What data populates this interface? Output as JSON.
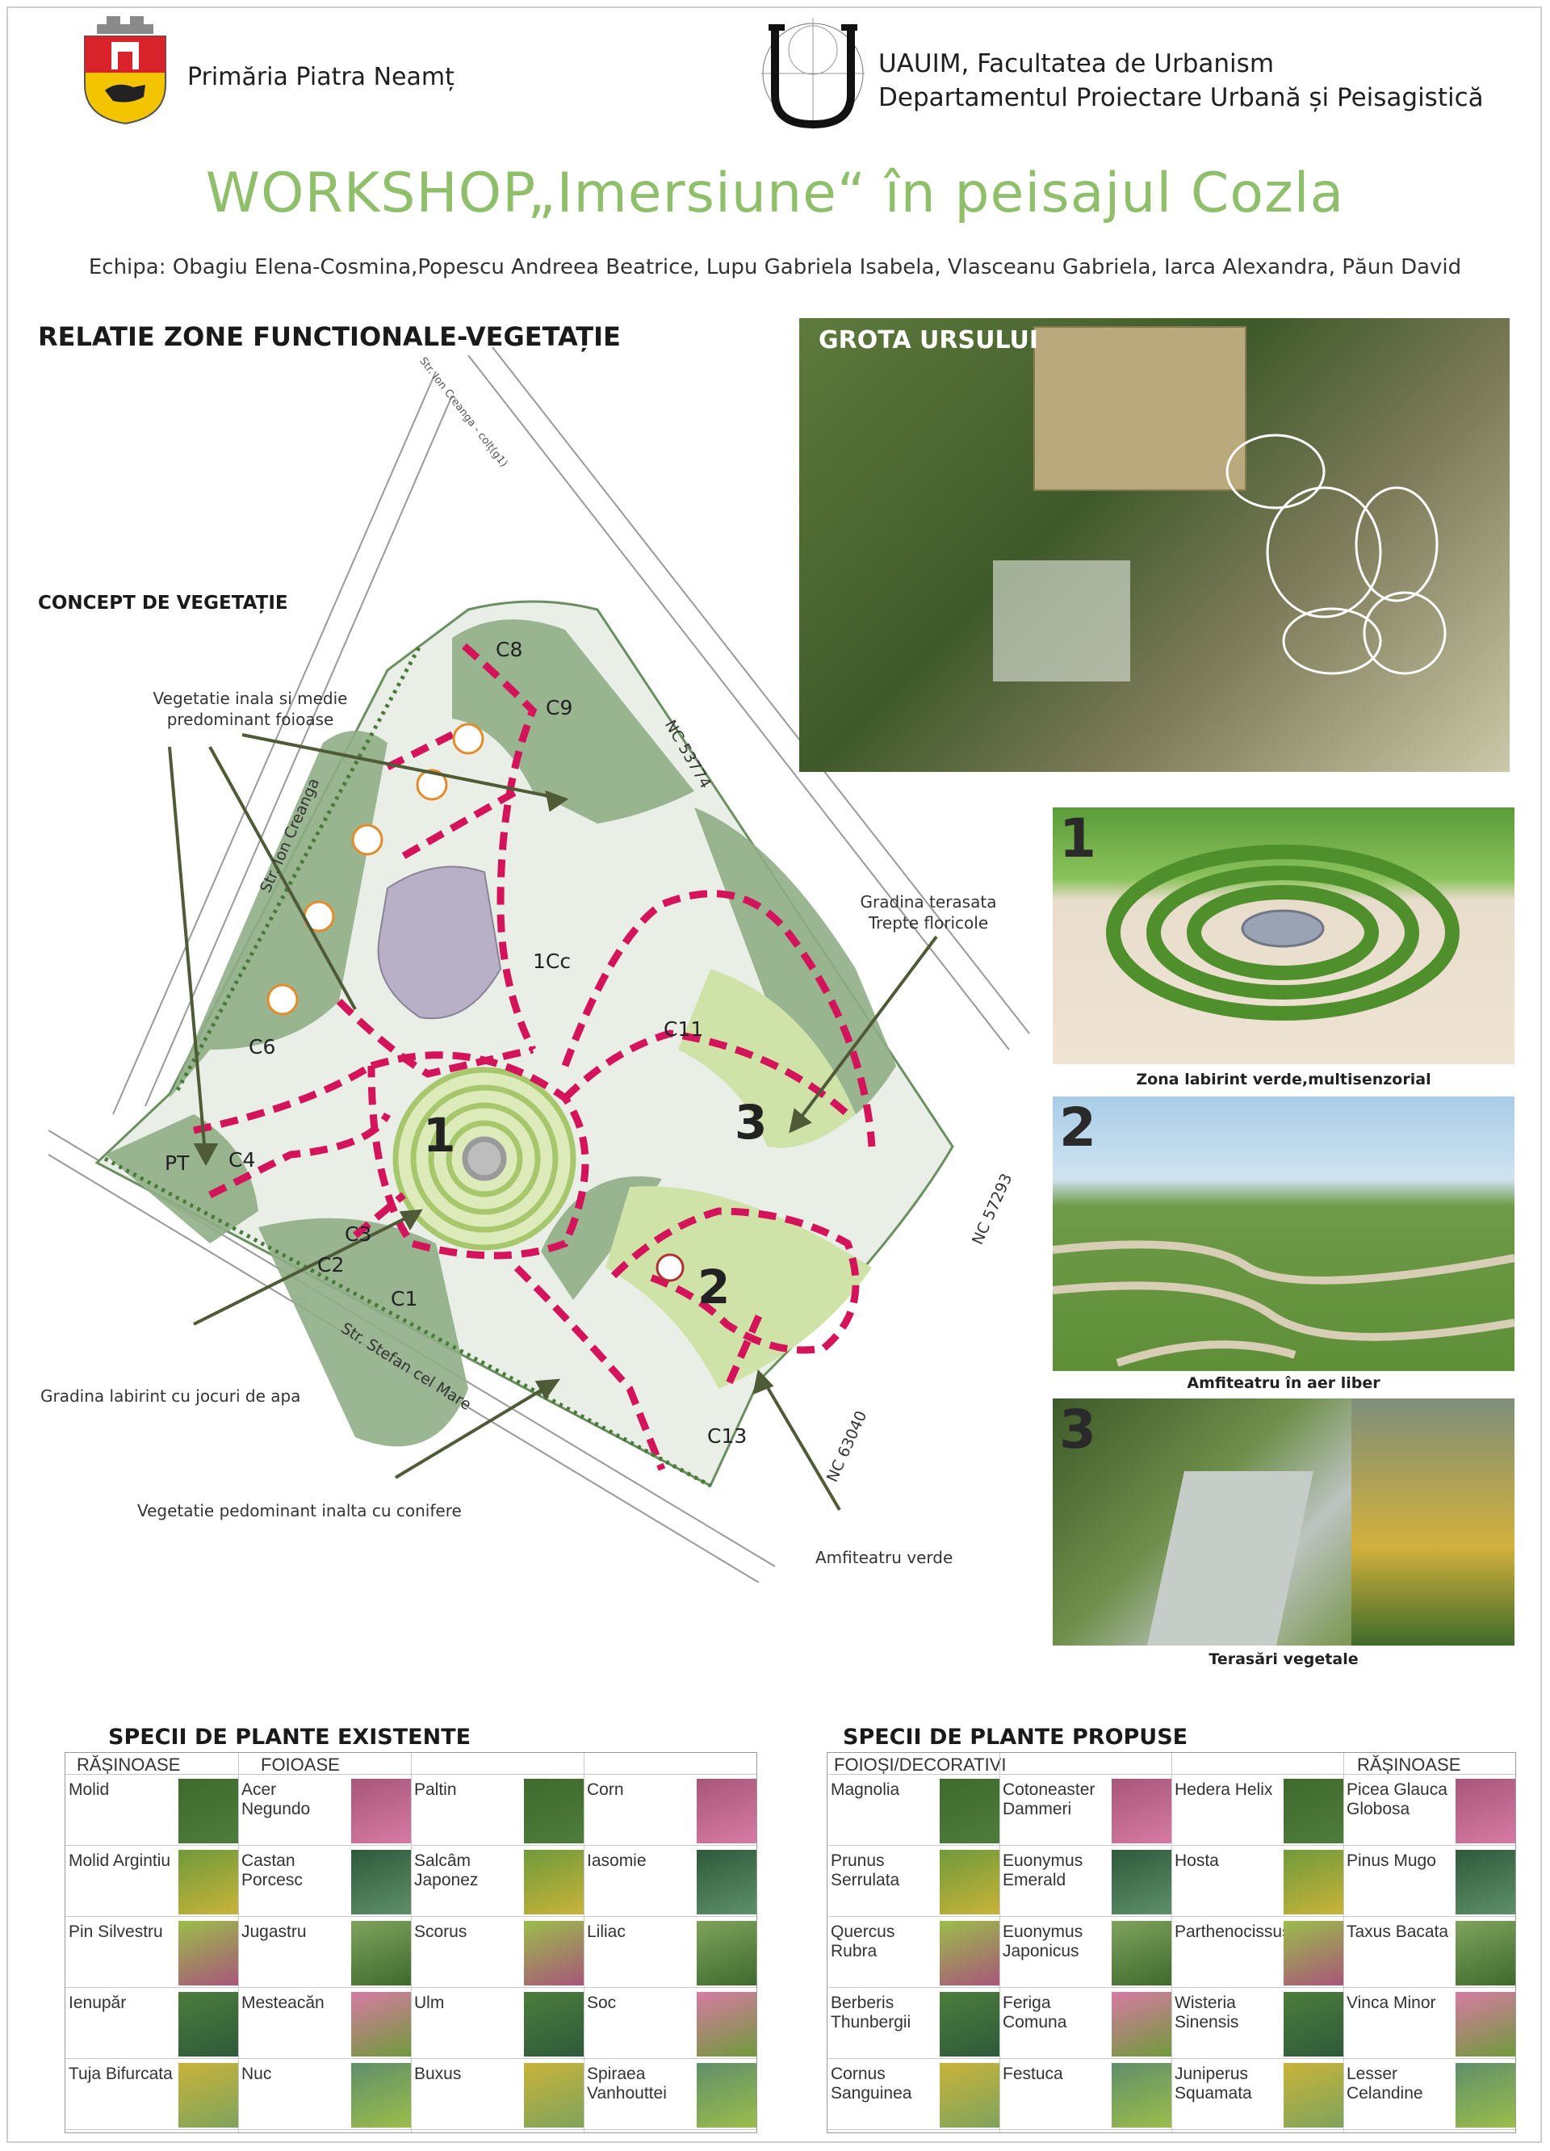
{
  "header": {
    "left_org": "Primăria Piatra Neamț",
    "right_org_line1": "UAUIM, Facultatea de Urbanism",
    "right_org_line2": "Departamentul Proiectare Urbană și Peisagistică",
    "title": "WORKSHOP„Imersiune“ în peisajul Cozla",
    "team": "Echipa: Obagiu Elena-Cosmina,Popescu Andreea Beatrice, Lupu Gabriela Isabela, Vlasceanu Gabriela, Iarca Alexandra, Păun David"
  },
  "plan": {
    "heading": "RELATIE ZONE FUNCTIONALE-VEGETAȚIE",
    "subheading": "CONCEPT DE VEGETAȚIE",
    "annotations": {
      "veg_foioase_1": "Vegetatie inala si medie",
      "veg_foioase_2": "predominant foioase",
      "gradina_terasata_1": "Gradina terasata",
      "gradina_terasata_2": "Trepte floricole",
      "labirint": "Gradina labirint cu jocuri de apa",
      "conifere": "Vegetatie pedominant inalta cu conifere",
      "amfiteatru": "Amfiteatru verde"
    },
    "streets": {
      "ion_creanga": "Str. Ion Creanga",
      "stefan": "Str. Stefan cel Mare",
      "nc1": "NC 53774",
      "nc2": "NC 57293",
      "nc3": "NC 63040",
      "top_street": "Str. Ion Creanga - colț(g1)"
    },
    "labels": {
      "c8": "C8",
      "c9": "C9",
      "c6": "C6",
      "c4": "C4",
      "pt": "PT",
      "c3": "C3",
      "c2": "C2",
      "c1": "C1",
      "c11": "C11",
      "c13": "C13",
      "c1cc": "1Cc",
      "z1": "1",
      "z2": "2",
      "z3": "3"
    }
  },
  "photos": {
    "grota_title": "GROTA URSULUI",
    "p1_num": "1",
    "p1_caption": "Zona labirint verde,multisenzorial",
    "p2_num": "2",
    "p2_caption": "Amfiteatru în aer liber",
    "p3_num": "3",
    "p3_caption": "Terasări vegetale"
  },
  "existing": {
    "title": "SPECII DE PLANTE EXISTENTE",
    "hdr_conifers": "RĂȘINOASE",
    "hdr_deciduous": "FOIOASE",
    "col1": [
      "Molid",
      "Molid Argintiu",
      "Pin Silvestru",
      "Ienupăr",
      "Tuja Bifurcata"
    ],
    "col2": [
      "Acer Negundo",
      "Castan Porcesc",
      "Jugastru",
      "Mesteacăn",
      "Nuc"
    ],
    "col3": [
      "Paltin",
      "Salcâm Japonez",
      "Scorus",
      "Ulm",
      "Buxus"
    ],
    "col4": [
      "Corn",
      "Iasomie",
      "Liliac",
      "Soc",
      "Spiraea Vanhouttei"
    ]
  },
  "proposed": {
    "title": "SPECII DE PLANTE PROPUSE",
    "hdr_deciduous": "FOIOȘI/DECORATIVI",
    "hdr_conifers": "RĂȘINOASE",
    "col1": [
      "Magnolia",
      "Prunus Serrulata",
      "Quercus Rubra",
      "Berberis Thunbergii",
      "Cornus Sanguinea"
    ],
    "col2": [
      "Cotoneaster Dammeri",
      "Euonymus Emerald",
      "Euonymus Japonicus",
      "Feriga Comuna",
      "Festuca"
    ],
    "col3": [
      "Hedera Helix",
      "Hosta",
      "Parthenocissus",
      "Wisteria Sinensis",
      "Juniperus Squamata"
    ],
    "col4": [
      "Picea Glauca Globosa",
      "Pinus Mugo",
      "Taxus Bacata",
      "Vinca Minor",
      "Lesser Celandine"
    ]
  },
  "colors": {
    "title_green": "#8fbf6b",
    "path_magenta": "#d4145a",
    "vegetation_green": "#7fa37a",
    "light_green": "#cfe3a8"
  }
}
